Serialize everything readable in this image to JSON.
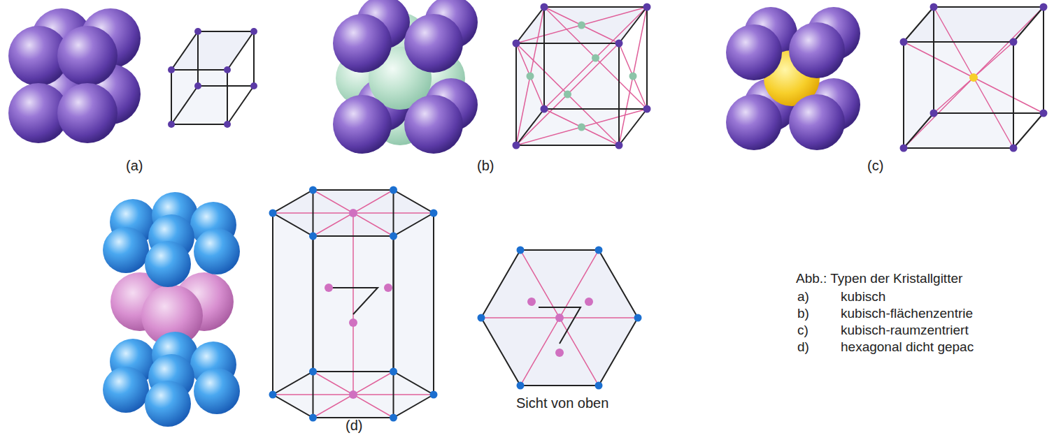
{
  "diagram": {
    "caption": "Abb.: Typen der Kristallgitter",
    "labels": [
      "(a)",
      "(b)",
      "(c)",
      "(d)",
      "Sicht von oben",
      "a)",
      "kubisch",
      "b)",
      "kubisch-flächenzentrie",
      "c)",
      "kubisch-raumzentriert",
      "d)",
      "hexagonal dicht gepac"
    ]
  }
}
